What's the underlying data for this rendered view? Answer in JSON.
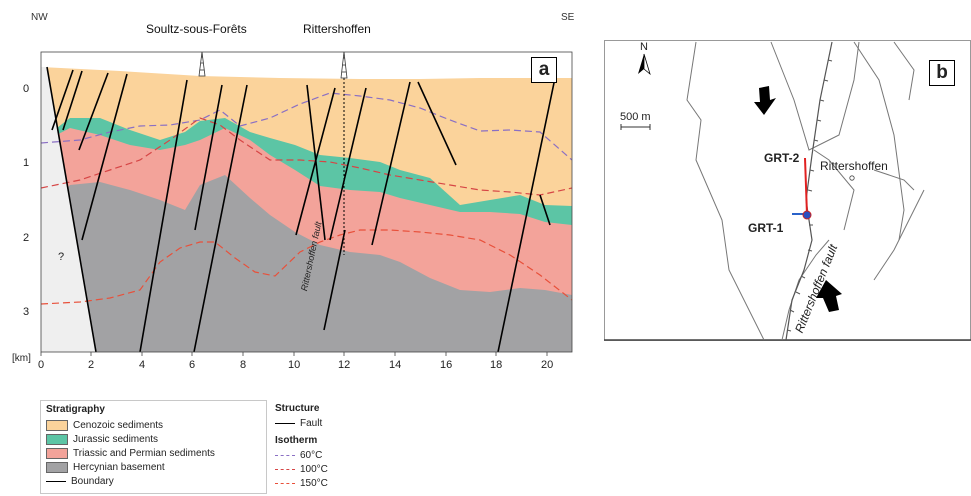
{
  "panel_a": {
    "tag": "a",
    "dir_left": "NW",
    "dir_right": "SE",
    "place1": "Soultz-sous-Forêts",
    "place2": "Rittershoffen",
    "y_unit": "[km]",
    "y_ticks": [
      "0",
      "1",
      "2",
      "3"
    ],
    "x_ticks": [
      "0",
      "2",
      "4",
      "6",
      "8",
      "10",
      "12",
      "14",
      "16",
      "18",
      "20"
    ],
    "unknown_mark": "?",
    "fault_label": "Rittershoffen fault"
  },
  "panel_b": {
    "tag": "b",
    "north": "N",
    "scale": "500 m",
    "well1": "GRT-2",
    "well2": "GRT-1",
    "town": "Rittershoffen",
    "fault_label": "Rittershoffen fault"
  },
  "legend": {
    "stratigraphy_title": "Stratigraphy",
    "items": [
      {
        "label": "Cenozoic sediments",
        "color": "#fbd39b"
      },
      {
        "label": "Jurassic sediments",
        "color": "#5cc5a5"
      },
      {
        "label": "Triassic and Permian sediments",
        "color": "#f3a39a"
      },
      {
        "label": "Hercynian basement",
        "color": "#a2a2a4"
      }
    ],
    "boundary_label": "Boundary",
    "structure_title": "Structure",
    "fault_label": "Fault",
    "isotherm_title": "Isotherm",
    "isotherms": [
      {
        "label": "60°C",
        "color": "#8a6fc4"
      },
      {
        "label": "100°C",
        "color": "#d64545"
      },
      {
        "label": "150°C",
        "color": "#e8503a"
      }
    ]
  }
}
